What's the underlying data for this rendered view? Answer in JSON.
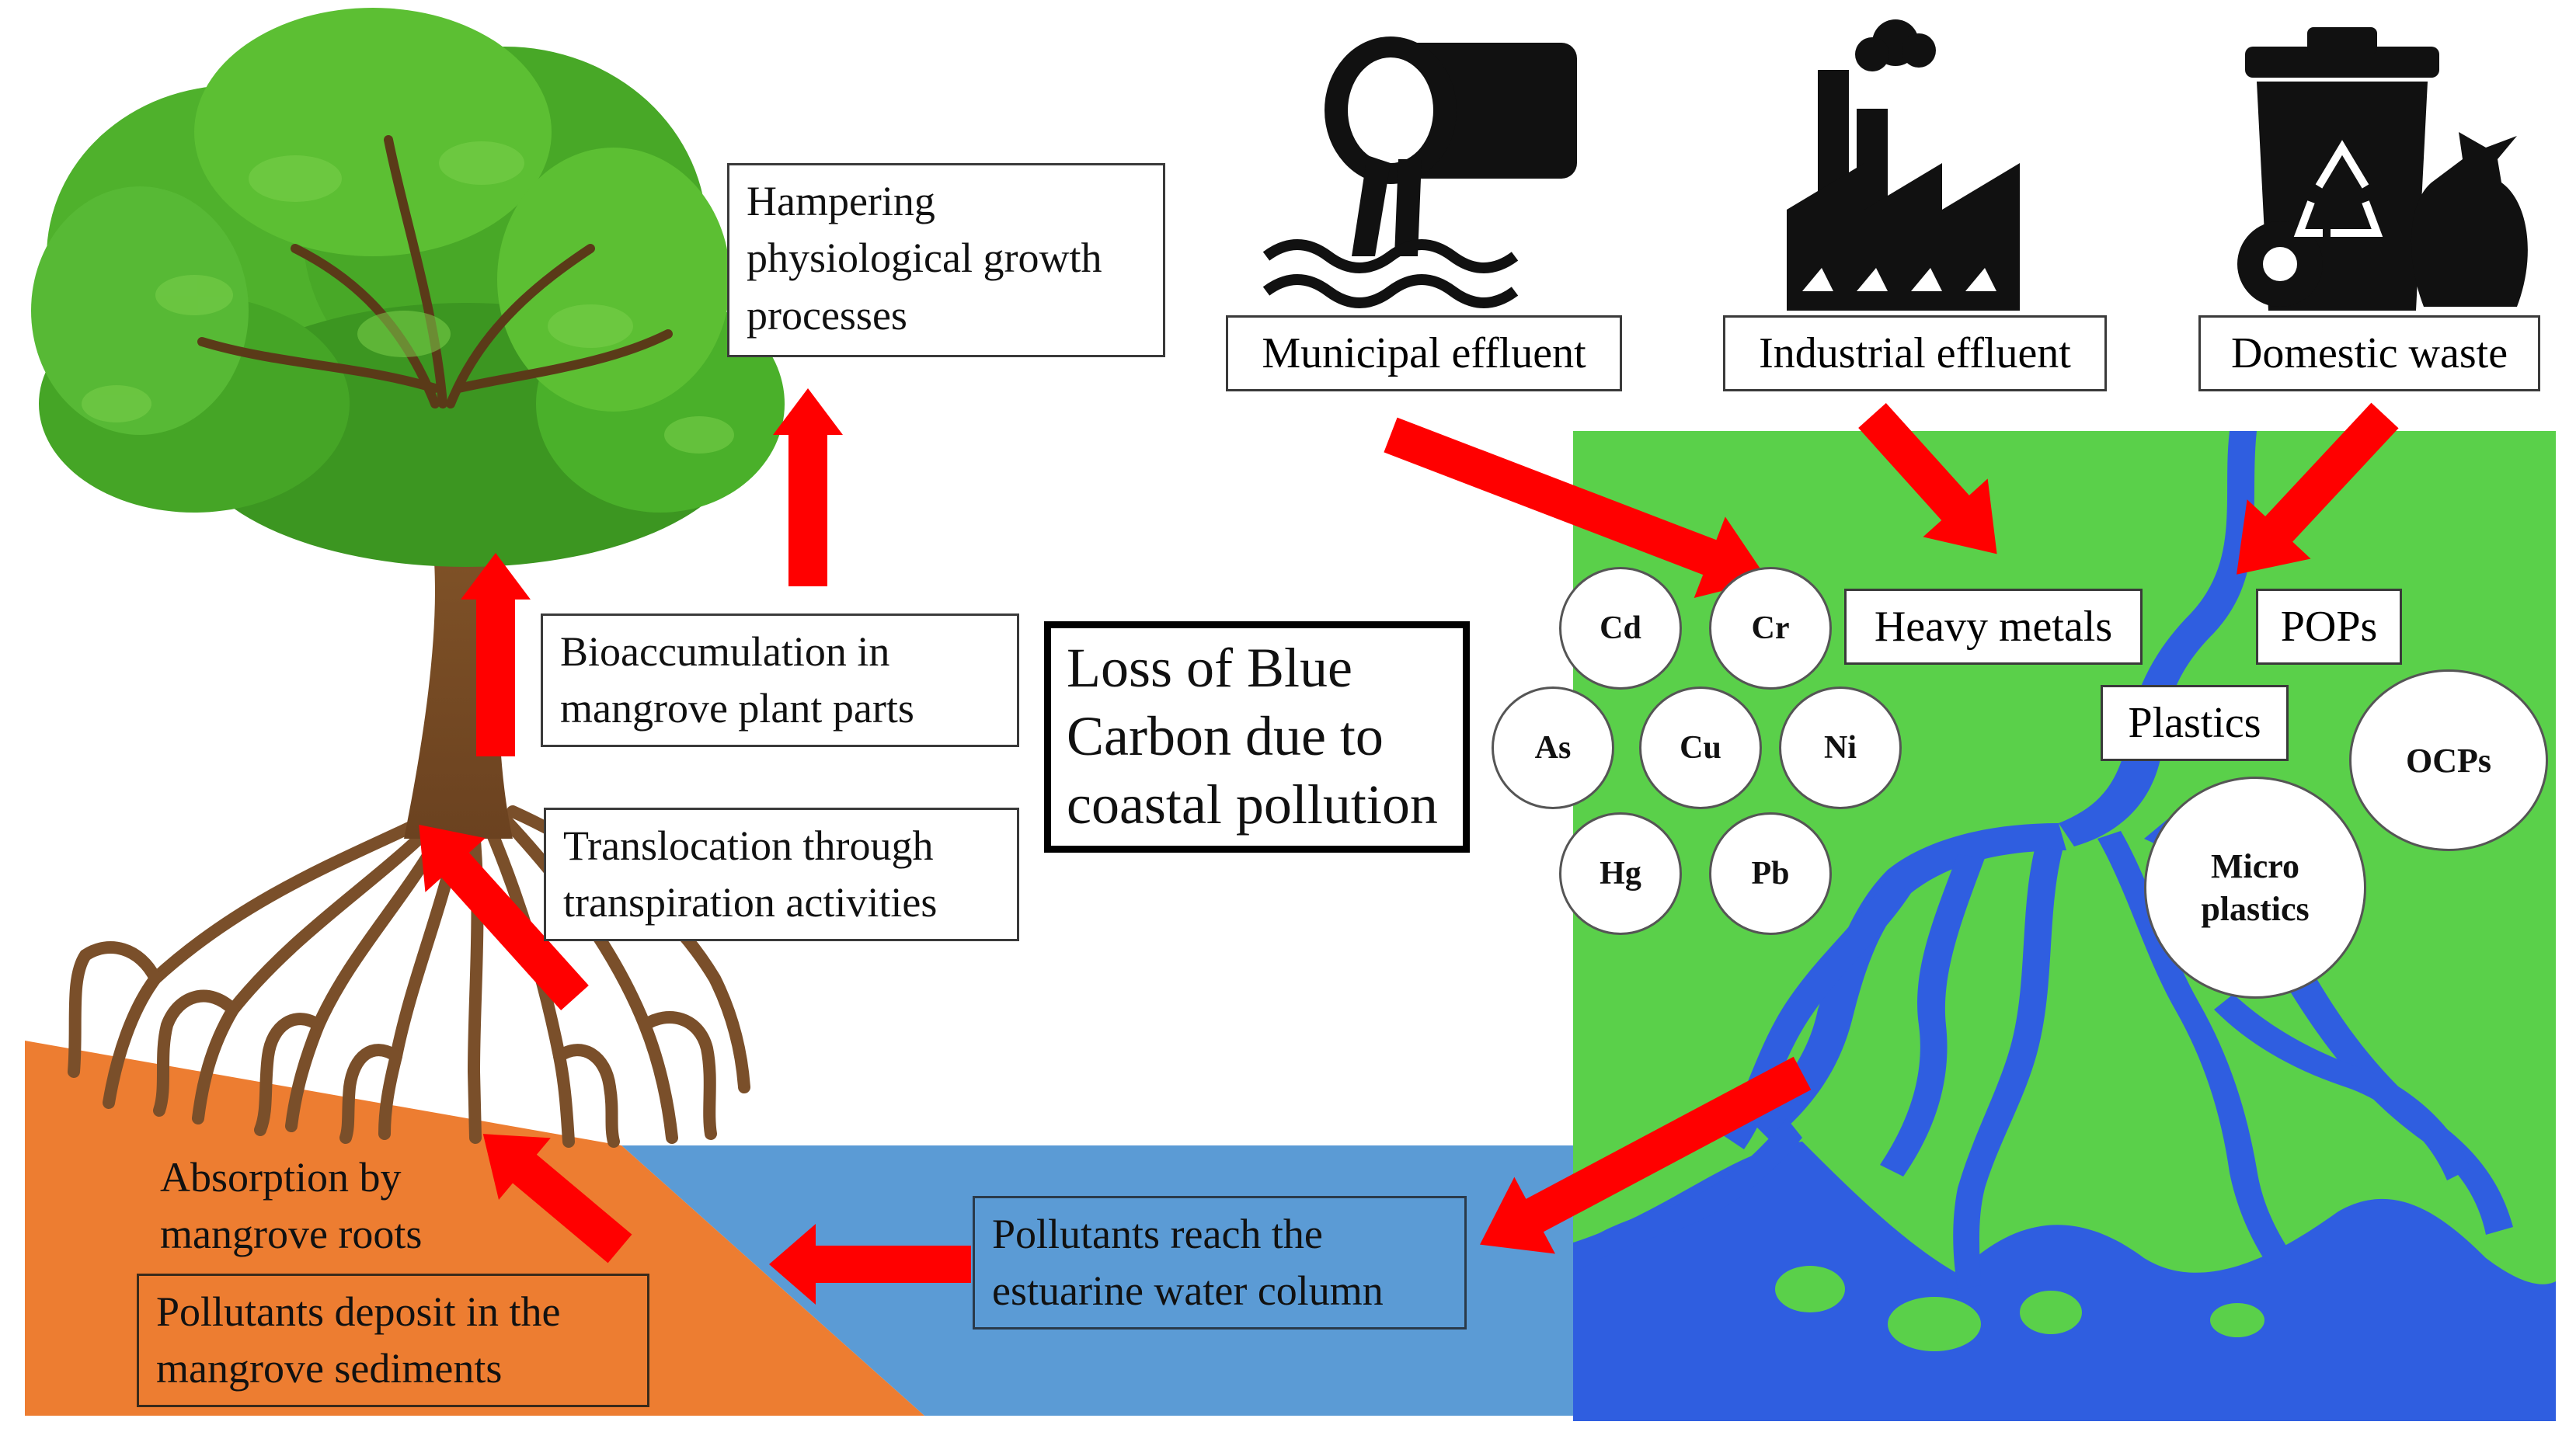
{
  "sources": [
    {
      "label": "Municipal effluent",
      "icon": "pipe-discharge-icon"
    },
    {
      "label": "Industrial effluent",
      "icon": "factory-icon"
    },
    {
      "label": "Domestic waste",
      "icon": "recycle-bin-icon"
    }
  ],
  "pollutants": {
    "heavy_metals_label": "Heavy metals",
    "pops_label": "POPs",
    "plastics_label": "Plastics",
    "metals": [
      "Cd",
      "Cr",
      "As",
      "Cu",
      "Ni",
      "Hg",
      "Pb"
    ],
    "ocps": "OCPs",
    "microplastics": "Micro\nplastics"
  },
  "pathway": {
    "estuarine": "Pollutants reach the estuarine water column",
    "deposit": "Pollutants deposit in the mangrove sediments",
    "absorption": "Absorption by mangrove roots",
    "translocation": "Translocation through transpiration activities",
    "bioaccumulation": "Bioaccumulation in mangrove plant parts",
    "hampering": "Hampering physiological growth processes"
  },
  "center_title": "Loss of Blue Carbon due to coastal pollution",
  "colors": {
    "land_green": "#5ad04a",
    "river_blue": "#2f5ee0",
    "estuary_water": "#5b9bd5",
    "sediment_orange": "#ed7d31",
    "arrow_red": "#ff0000",
    "trunk_brown": "#8a5a2b",
    "leaf_green": "#3f9e23"
  }
}
